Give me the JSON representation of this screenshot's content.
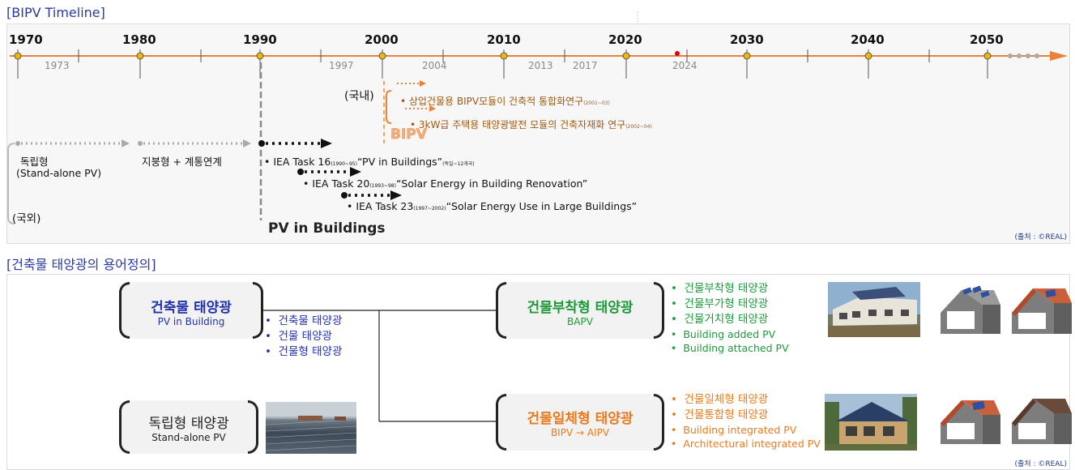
{
  "timeline": {
    "section_title": "[BIPV Timeline]",
    "decades": [
      "1970",
      "1980",
      "1990",
      "2000",
      "2010",
      "2020",
      "2030",
      "2040",
      "2050"
    ],
    "sub_years": [
      "1973",
      "1997",
      "2004",
      "2013",
      "2017",
      "2024"
    ],
    "domestic_label": "(국내)",
    "domestic_items": [
      {
        "text": "• 상업건물용 BIPV모듈이 건축적 통합화연구",
        "note": "(2001~03)"
      },
      {
        "text": "• 3kW급 주택용 태양광발전 모듈의 건축자재화 연구",
        "note": "(2002~04)"
      }
    ],
    "bipv_label": "BIPV",
    "standalone_label": "독립형",
    "standalone_en": "(Stand-alone PV)",
    "grid_label": "지붕형 + 계통연계",
    "overseas_label": "(국외)",
    "iea_items": [
      {
        "prefix": "• IEA Task 16",
        "note": "(1990~95)",
        "title": "“PV in Buildings”",
        "extra": "(독일~12개국)"
      },
      {
        "prefix": "• IEA Task 20",
        "note": "(1993~98)",
        "title": "“Solar Energy in Building Renovation”",
        "extra": ""
      },
      {
        "prefix": "• IEA Task 23",
        "note": "(1997~2002)",
        "title": "“Solar Energy Use in Large Buildings”",
        "extra": ""
      }
    ],
    "pv_in_buildings": "PV in Buildings",
    "source": "(출처 : ©REAL)",
    "colors": {
      "line": "#e8823a",
      "dot": "#f2b800",
      "marker": "#e00000",
      "domestic": "#a05a10"
    }
  },
  "definitions": {
    "section_title": "[건축물 태양광의 용어정의]",
    "main_box": {
      "title": "건축물 태양광",
      "subtitle": "PV in Building"
    },
    "main_bullets": [
      "건축물 태양광",
      "건물 태양광",
      "건물형 태양광"
    ],
    "standalone_box": {
      "title": "독립형 태양광",
      "subtitle": "Stand-alone PV"
    },
    "bapv_box": {
      "title": "건물부착형 태양광",
      "subtitle": "BAPV"
    },
    "bapv_bullets": [
      "건물부착형 태양광",
      "건물부가형 태양광",
      "건물거치형 태양광",
      "Building added PV",
      "Building attached PV"
    ],
    "bipv_box": {
      "title": "건물일체형 태양광",
      "subtitle": "BIPV → AIPV"
    },
    "bipv_bullets": [
      "건물일체형 태양광",
      "건물통합형 태양광",
      "Building integrated PV",
      "Architectural integrated PV"
    ],
    "source": "(출처 : ©REAL)",
    "colors": {
      "main": "#2233aa",
      "bapv": "#1e9a3a",
      "bipv": "#e87a1e",
      "standalone": "#222222"
    }
  }
}
